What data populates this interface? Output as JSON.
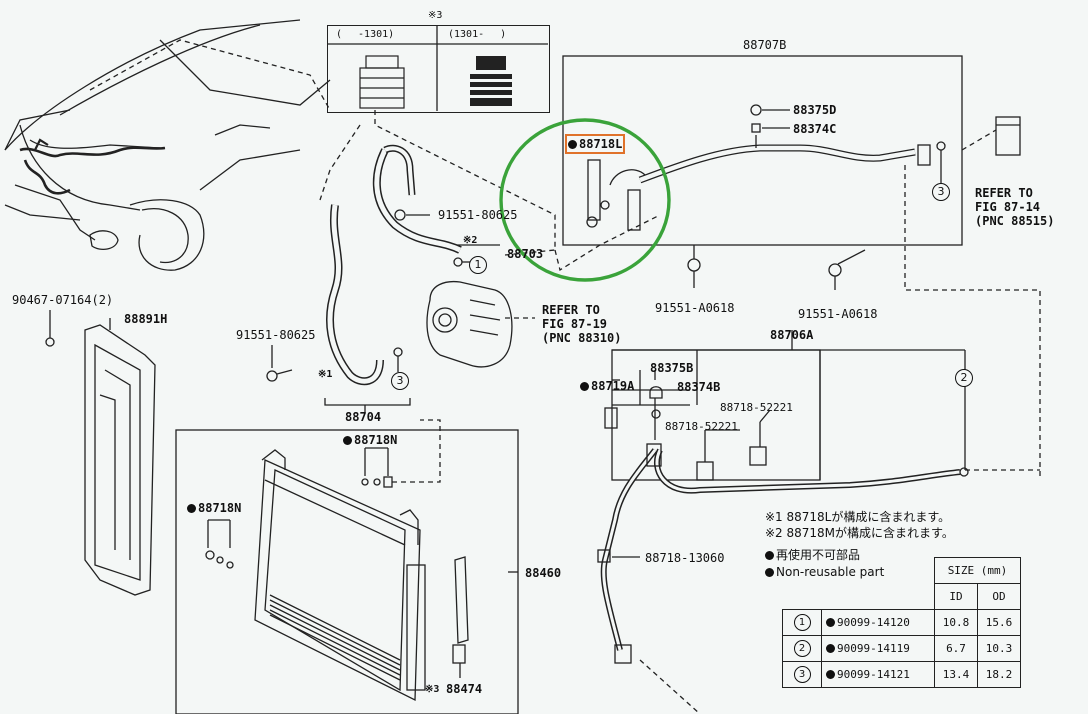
{
  "labels": {
    "p88707b": "88707B",
    "p88375d": "88375D",
    "p88374c": "88374C",
    "p88718l": "88718L",
    "p91551_80625_top": "91551-80625",
    "p88703": "88703",
    "ref_8714_a": "REFER TO",
    "ref_8714_b": "FIG 87-14",
    "ref_8714_c": "(PNC 88515)",
    "ref_8719_a": "REFER TO",
    "ref_8719_b": "FIG 87-19",
    "ref_8719_c": "(PNC 88310)",
    "p91551_a0618_1": "91551-A0618",
    "p91551_a0618_2": "91551-A0618",
    "p90467": "90467-07164(2)",
    "p88891h": "88891H",
    "p91551_80625_left": "91551-80625",
    "p88704": "88704",
    "p88706a": "88706A",
    "p88375b": "88375B",
    "p88719a": "88719A",
    "p88374b": "88374B",
    "p88718_52221_a": "88718-52221",
    "p88718_52221_b": "88718-52221",
    "p88718n_top": "88718N",
    "p88718n_left": "88718N",
    "p88460": "88460",
    "p88718_13060": "88718-13060",
    "p88474": "88474",
    "mark1": "※1",
    "mark2": "※2",
    "mark3": "※3",
    "mark3_top": "※3"
  },
  "inset": {
    "col1": "(　 -1301)",
    "col2": "(1301-　 )"
  },
  "notes": {
    "note1": "※1 88718Lが構成に含まれます。",
    "note2": "※2 88718Mが構成に含まれます。",
    "legend_jp": "再使用不可部品",
    "legend_en": "Non-reusable part"
  },
  "circles": [
    "1",
    "2",
    "3"
  ],
  "size_table": {
    "header": "SIZE (mm)",
    "col_id": "ID",
    "col_od": "OD",
    "rows": [
      {
        "sym": "1",
        "part": "90099-14120",
        "id": "10.8",
        "od": "15.6"
      },
      {
        "sym": "2",
        "part": "90099-14119",
        "id": "6.7",
        "od": "10.3"
      },
      {
        "sym": "3",
        "part": "90099-14121",
        "id": "13.4",
        "od": "18.2"
      }
    ]
  },
  "colors": {
    "highlight_circle": "#3aa33a",
    "highlight_box": "#e0722a",
    "line": "#222222"
  }
}
